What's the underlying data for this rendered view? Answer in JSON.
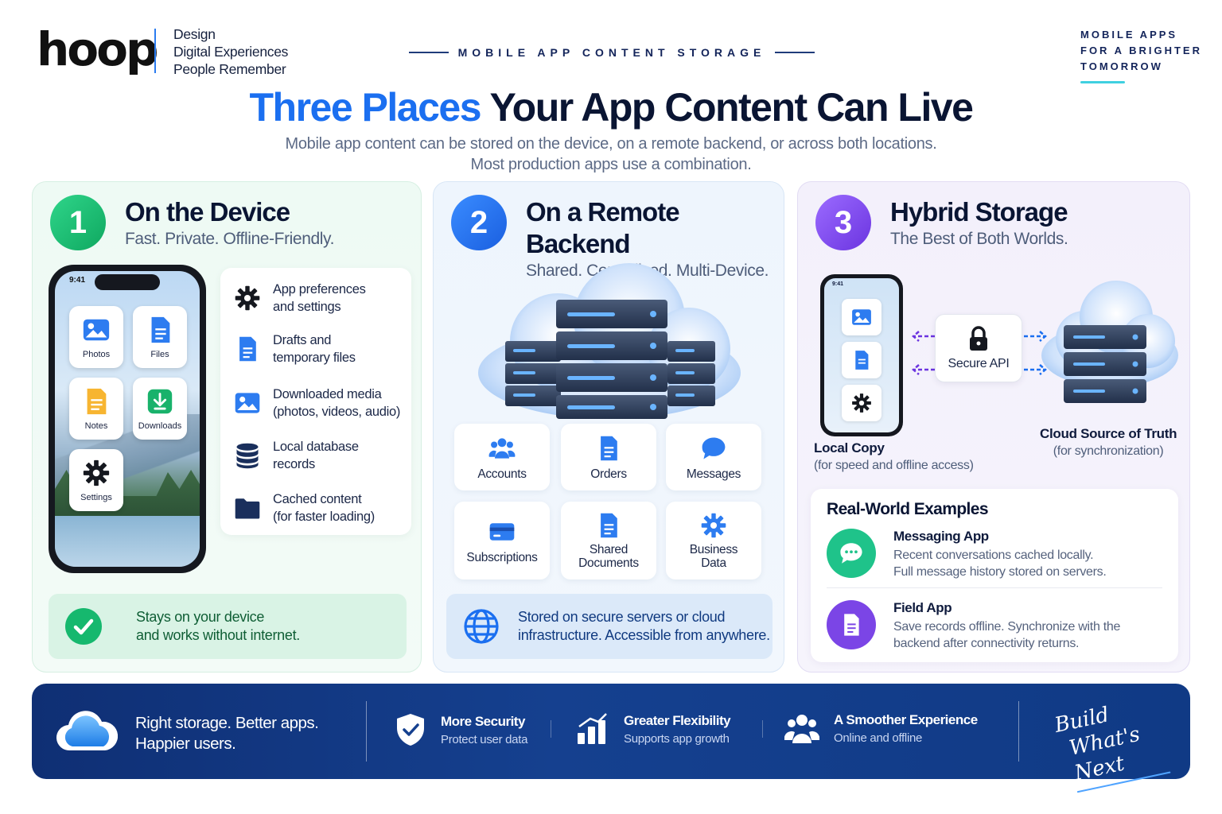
{
  "header": {
    "logo": "hoop",
    "tagline": [
      "Design",
      "Digital Experiences",
      "People Remember"
    ],
    "eyebrow": "MOBILE APP CONTENT STORAGE",
    "corner": [
      "MOBILE APPS",
      "FOR A BRIGHTER",
      "TOMORROW"
    ]
  },
  "hero": {
    "title_accent": "Three Places",
    "title_rest": " Your App Content Can Live",
    "subtitle_line1": "Mobile app content can be stored on the device, on a remote backend, or across both locations.",
    "subtitle_line2": "Most production apps use a combination."
  },
  "panel1": {
    "number": "1",
    "title": "On the Device",
    "subtitle": "Fast. Private. Offline-Friendly.",
    "phone_time": "9:41",
    "apps": [
      {
        "label": "Photos",
        "icon": "photo-icon"
      },
      {
        "label": "Files",
        "icon": "file-icon"
      },
      {
        "label": "Notes",
        "icon": "notes-icon"
      },
      {
        "label": "Downloads",
        "icon": "download-icon"
      },
      {
        "label": "Settings",
        "icon": "gear-icon"
      }
    ],
    "items": [
      {
        "line1": "App preferences",
        "line2": "and settings",
        "icon": "gear-icon"
      },
      {
        "line1": "Drafts and",
        "line2": "temporary files",
        "icon": "document-icon"
      },
      {
        "line1": "Downloaded media",
        "line2": "(photos, videos, audio)",
        "icon": "image-icon"
      },
      {
        "line1": "Local database",
        "line2": "records",
        "icon": "database-icon"
      },
      {
        "line1": "Cached content",
        "line2": "(for faster loading)",
        "icon": "folder-icon"
      }
    ],
    "note_line1": "Stays on your device",
    "note_line2": "and works without internet."
  },
  "panel2": {
    "number": "2",
    "title": "On a Remote Backend",
    "subtitle": "Shared. Centralized. Multi-Device.",
    "tiles": [
      {
        "line1": "Accounts",
        "line2": "",
        "icon": "users-icon"
      },
      {
        "line1": "Orders",
        "line2": "",
        "icon": "document-icon"
      },
      {
        "line1": "Messages",
        "line2": "",
        "icon": "chat-icon"
      },
      {
        "line1": "Subscriptions",
        "line2": "",
        "icon": "credit-card-icon"
      },
      {
        "line1": "Shared",
        "line2": "Documents",
        "icon": "document-icon"
      },
      {
        "line1": "Business",
        "line2": "Data",
        "icon": "gear-icon"
      }
    ],
    "note_line1": "Stored on secure servers or cloud",
    "note_line2": "infrastructure. Accessible from anywhere."
  },
  "panel3": {
    "number": "3",
    "title": "Hybrid Storage",
    "subtitle": "The Best of Both Worlds.",
    "phone_time": "9:41",
    "api_label": "Secure API",
    "local_title": "Local Copy",
    "local_sub": "(for speed and offline access)",
    "cloud_title": "Cloud Source of Truth",
    "cloud_sub": "(for synchronization)",
    "examples_title": "Real-World Examples",
    "examples": [
      {
        "title": "Messaging App",
        "line1": "Recent conversations cached locally.",
        "line2": "Full message history stored on servers.",
        "icon": "chat-icon",
        "color": "#1fc38a"
      },
      {
        "title": "Field App",
        "line1": "Save records offline. Synchronize with the",
        "line2": "backend after connectivity returns.",
        "icon": "document-icon",
        "color": "#7b45e6"
      }
    ]
  },
  "footer": {
    "main_line1": "Right storage. Better apps.",
    "main_line2": "Happier users.",
    "items": [
      {
        "title": "More Security",
        "sub": "Protect user data",
        "icon": "shield-check-icon"
      },
      {
        "title": "Greater Flexibility",
        "sub": "Supports app growth",
        "icon": "bar-chart-icon"
      },
      {
        "title": "A Smoother Experience",
        "sub": "Online and offline",
        "icon": "users-icon"
      }
    ],
    "sign_line1": "Build",
    "sign_line2": "What's Next"
  },
  "colors": {
    "accent_blue": "#1b6ff0",
    "green": "#16b86e",
    "purple": "#7b45e6",
    "navy": "#0f2f74"
  }
}
